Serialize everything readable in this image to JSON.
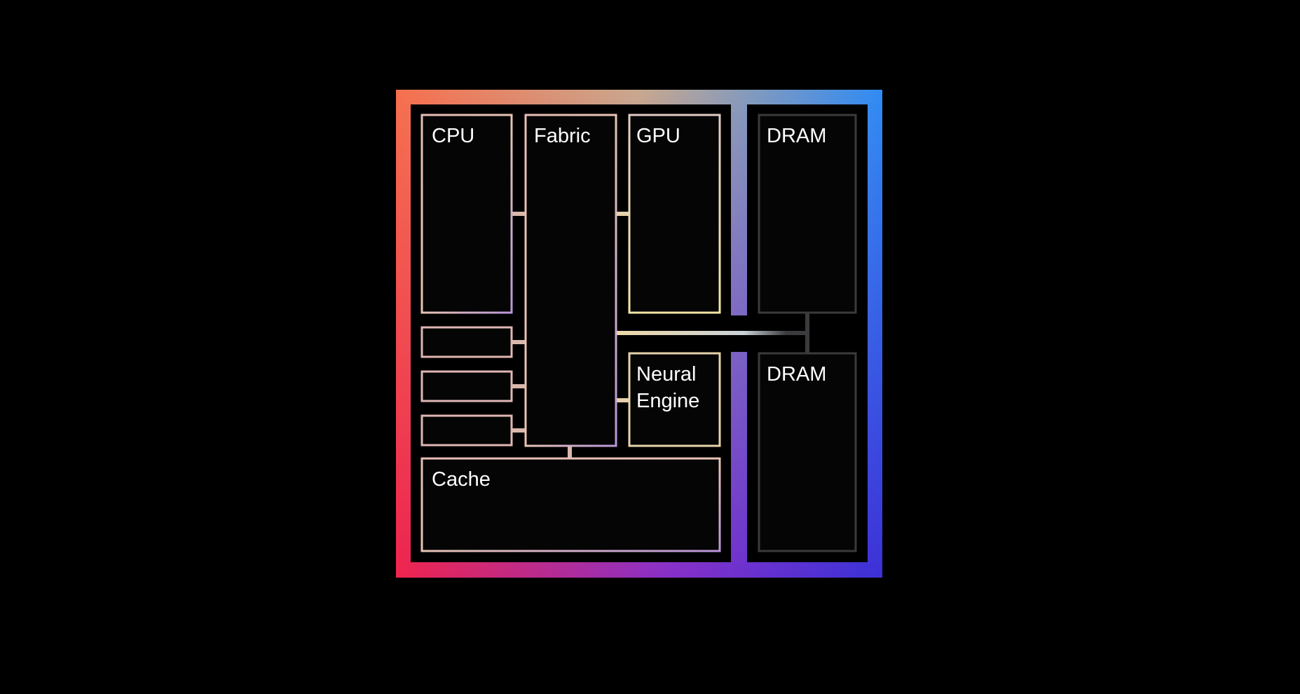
{
  "diagram": {
    "blocks": {
      "cpu": "CPU",
      "fabric": "Fabric",
      "gpu": "GPU",
      "neural_engine": [
        "Neural",
        "Engine"
      ],
      "cache": "Cache",
      "dram_top": "DRAM",
      "dram_bottom": "DRAM"
    },
    "colors": {
      "background": "#000000",
      "border_top_left": "#f6704e",
      "border_top_center": "#c9a98e",
      "border_top_right": "#2f8cf5",
      "border_bottom_left": "#f0244e",
      "border_bottom_center": "#8a2fc8",
      "border_bottom_right": "#3b31d8",
      "logic_block_outline": "#d9b7b1",
      "gpu_outline": "#eee4b2",
      "dram_outline": "#3a3a3c"
    }
  }
}
